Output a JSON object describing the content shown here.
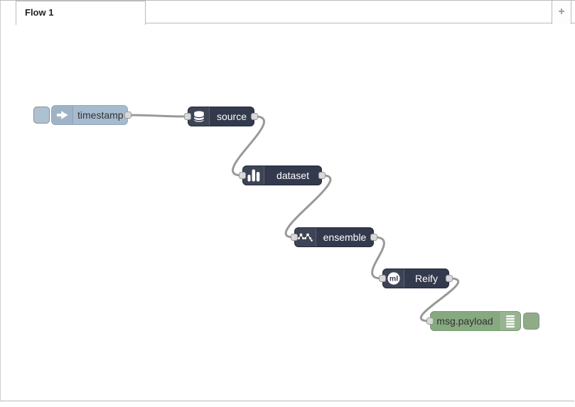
{
  "header": {
    "tab_label": "Flow 1",
    "add_tab_label": "+"
  },
  "nodes": [
    {
      "id": "timestamp",
      "label": "timestamp",
      "type": "inject",
      "icon": "inject-arrow-icon",
      "color": "#a6bbcf",
      "has_button": "left"
    },
    {
      "id": "source",
      "label": "source",
      "type": "ml-source",
      "icon": "database-icon",
      "color": "#343a4d"
    },
    {
      "id": "dataset",
      "label": "dataset",
      "type": "ml-dataset",
      "icon": "bar-chart-icon",
      "color": "#343a4d"
    },
    {
      "id": "ensemble",
      "label": "ensemble",
      "type": "ml-ensemble",
      "icon": "tree-dots-icon",
      "color": "#343a4d"
    },
    {
      "id": "reify",
      "label": "Reify",
      "type": "ml-reify",
      "icon": "ml-circle-icon",
      "color": "#343a4d",
      "icon_text": "ml"
    },
    {
      "id": "msg-payload",
      "label": "msg.payload",
      "type": "debug",
      "icon": "debug-list-icon",
      "color": "#87a980",
      "has_button": "right"
    }
  ],
  "wires": [
    {
      "from": "timestamp",
      "to": "source"
    },
    {
      "from": "source",
      "to": "dataset"
    },
    {
      "from": "dataset",
      "to": "ensemble"
    },
    {
      "from": "ensemble",
      "to": "reify"
    },
    {
      "from": "reify",
      "to": "msg-payload"
    }
  ],
  "colors": {
    "inject_node": "#a6bbcf",
    "ml_node": "#343a4d",
    "debug_node": "#87a980",
    "wire": "#999999",
    "port_fill": "#d9d9d9",
    "port_border": "#999999",
    "tab_border": "#bbbbbb"
  }
}
